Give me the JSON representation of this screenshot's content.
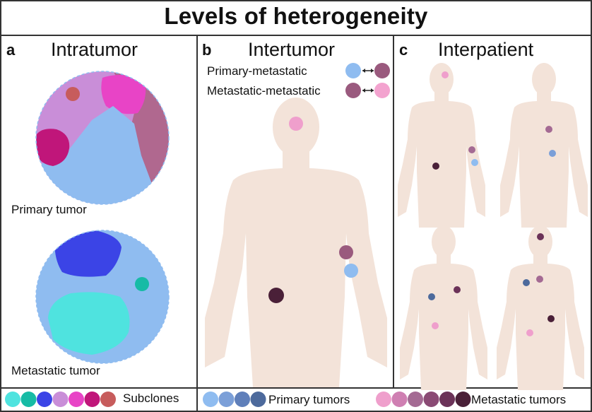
{
  "title": "Levels of heterogeneity",
  "panels": [
    {
      "letter": "a",
      "name": "Intratumor"
    },
    {
      "letter": "b",
      "name": "Intertumor"
    },
    {
      "letter": "c",
      "name": "Interpatient"
    }
  ],
  "intratumor": {
    "primary_label": "Primary tumor",
    "metastatic_label": "Metastatic tumor"
  },
  "intertumor": {
    "relations": [
      {
        "label": "Primary-metastatic",
        "from_color": "#8fbcf0",
        "to_color": "#9a5a7e"
      },
      {
        "label": "Metastatic-metastatic",
        "from_color": "#9a5a7e",
        "to_color": "#f3a3cf"
      }
    ]
  },
  "colors": {
    "silhouette": "#f3e3d9",
    "border": "#333333"
  },
  "legend": {
    "subclones_label": "Subclones",
    "subclone_colors": [
      "#4fe3df",
      "#17bba5",
      "#3b44e6",
      "#c98ed8",
      "#e844c6",
      "#c0167a",
      "#c75c5c"
    ],
    "primary_label": "Primary tumors",
    "primary_colors": [
      "#8fbcf0",
      "#7b9fd8",
      "#5f7fba",
      "#4d6a9c"
    ],
    "metastatic_label": "Metastatic tumors",
    "metastatic_colors": [
      "#ef9fcc",
      "#cf7fb2",
      "#a46a93",
      "#8a4a74",
      "#6b3258",
      "#4a2038"
    ]
  }
}
